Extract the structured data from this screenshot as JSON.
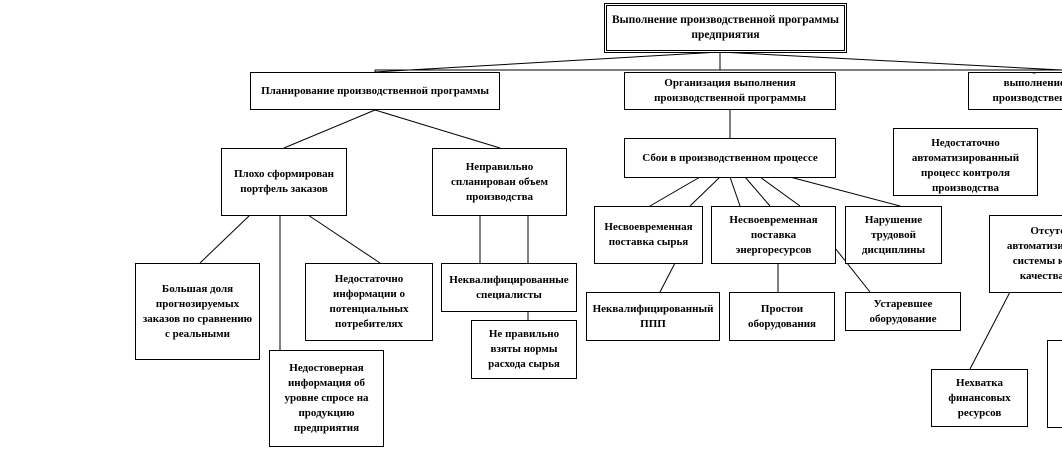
{
  "root": {
    "label": "Выполнение производственной программы предприятия"
  },
  "branches": {
    "planning": {
      "label": "Планирование производственной программы",
      "portfolio": "Плохо сформирован портфель заказов",
      "volume": "Неправильно спланирован объем производства",
      "share": "Большая доля прогнозируемых заказов по сравнению с реальными",
      "consumer_info": "Недостаточно информации о потенциальных потребителях",
      "demand_info": "Недостоверная информация об уровне спросе на продукцию предприятия",
      "unskilled": "Неквалифицированные специалисты",
      "norms": "Не правильно взяты нормы расхода сырья"
    },
    "organization": {
      "label": "Организация выполнения производственной программы",
      "failure": "Сбои в производственном процессе",
      "raw_delivery": "Несвоевременная поставка сырья",
      "energy_delivery": "Несвоевременная поставка энергоресурсов",
      "discipline": "Нарушение трудовой дисциплины",
      "ppp": "Неквалифицированный ППП",
      "downtime": "Простои оборудования",
      "obsolete": "Устаревшее оборудование"
    },
    "control": {
      "label": "Контроль за выполнением производственной программы",
      "automation": "Недостаточно автоматизированный процесс контроля производства",
      "no_system": "Отсутствие автоматизированной системы контроля качества сырья",
      "funds": "Нехватка финансовых ресурсов",
      "other": ""
    }
  }
}
